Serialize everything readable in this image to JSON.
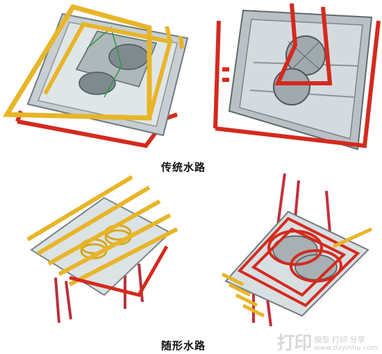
{
  "captions": {
    "traditional": "传统水路",
    "conformal": "随形水路"
  },
  "watermark": {
    "logo": "打印",
    "site_cn": "模型 打印 分享",
    "url": "www.dayinhu.com"
  },
  "colors": {
    "cooling_red": "#d42a1e",
    "cooling_yellow": "#e8b528",
    "mold_gray": "#b9c1c4",
    "mold_light": "#dfe6e8",
    "edge_dark": "#6f7a7e"
  }
}
